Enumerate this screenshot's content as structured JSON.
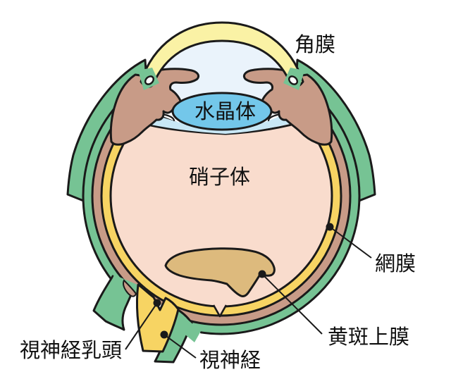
{
  "figure": {
    "type": "anatomical-cross-section",
    "subject": "human eye (horizontal section) with epiretinal membrane",
    "language": "Japanese"
  },
  "labels": {
    "cornea": "角膜",
    "lens": "水晶体",
    "vitreous": "硝子体",
    "retina": "網膜",
    "epiretinal_membrane": "黄斑上膜",
    "optic_disc": "視神経乳頭",
    "optic_nerve": "視神経"
  },
  "colors": {
    "background": "#FFFFFF",
    "outline": "#1A1A1A",
    "sclera_green": "#76C394",
    "choroid_brown": "#C89B87",
    "retina_yellow": "#F7D463",
    "vitreous_pink": "#F9DCCD",
    "cornea_pale_yellow": "#FAF2A5",
    "aqueous_pale_blue": "#EAF3FB",
    "posterior_chamber_blue": "#C8E7F5",
    "lens_blue": "#73C7EA",
    "membrane_tan": "#DDBA7D",
    "label_text": "#111111"
  }
}
